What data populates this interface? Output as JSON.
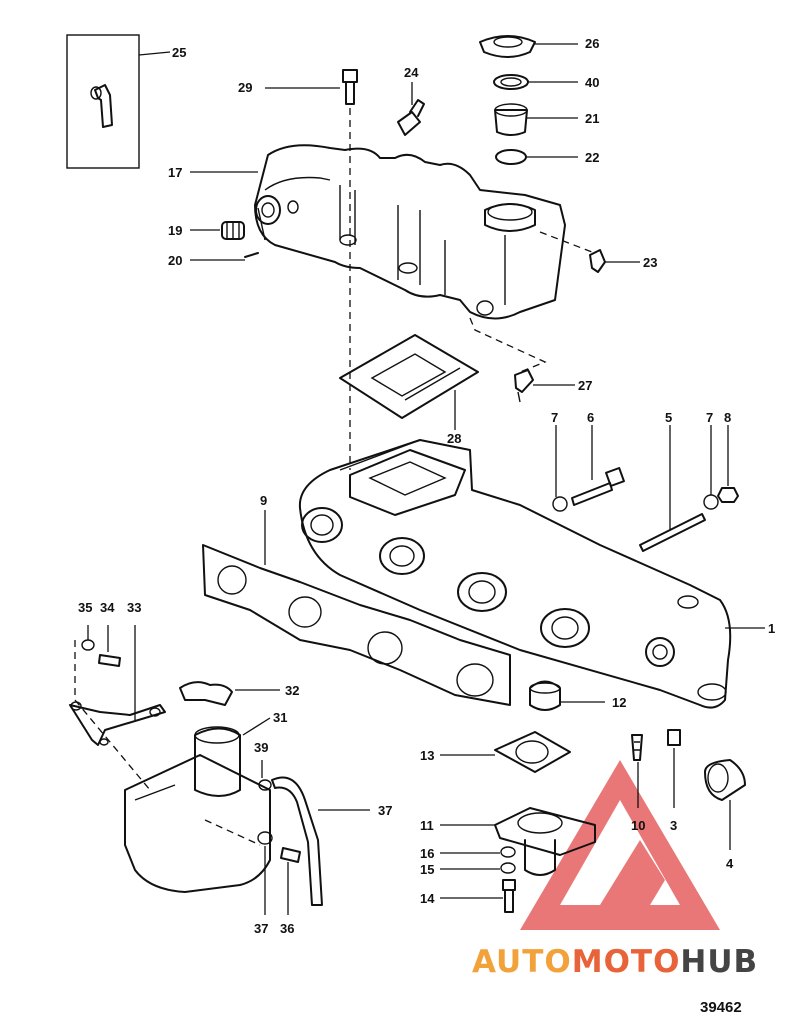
{
  "figure_number": "39462",
  "watermark": {
    "part1": "AUTO",
    "part2": "MOTO",
    "part3": "HUB",
    "color1": "#f2a23a",
    "color2": "#e8633a",
    "color3": "#444444",
    "triangle_color": "#e24a4a"
  },
  "callouts": {
    "c1": "1",
    "c3": "3",
    "c4": "4",
    "c5": "5",
    "c6": "6",
    "c7a": "7",
    "c7b": "7",
    "c8": "8",
    "c9": "9",
    "c10": "10",
    "c11": "11",
    "c12": "12",
    "c13": "13",
    "c14": "14",
    "c15": "15",
    "c16": "16",
    "c17": "17",
    "c19": "19",
    "c20": "20",
    "c21": "21",
    "c22": "22",
    "c23": "23",
    "c24": "24",
    "c25": "25",
    "c26": "26",
    "c27": "27",
    "c28": "28",
    "c29": "29",
    "c31": "31",
    "c32": "32",
    "c33": "33",
    "c34": "34",
    "c35": "35",
    "c36": "36",
    "c37a": "37",
    "c37b": "37",
    "c39": "39",
    "c40": "40"
  }
}
